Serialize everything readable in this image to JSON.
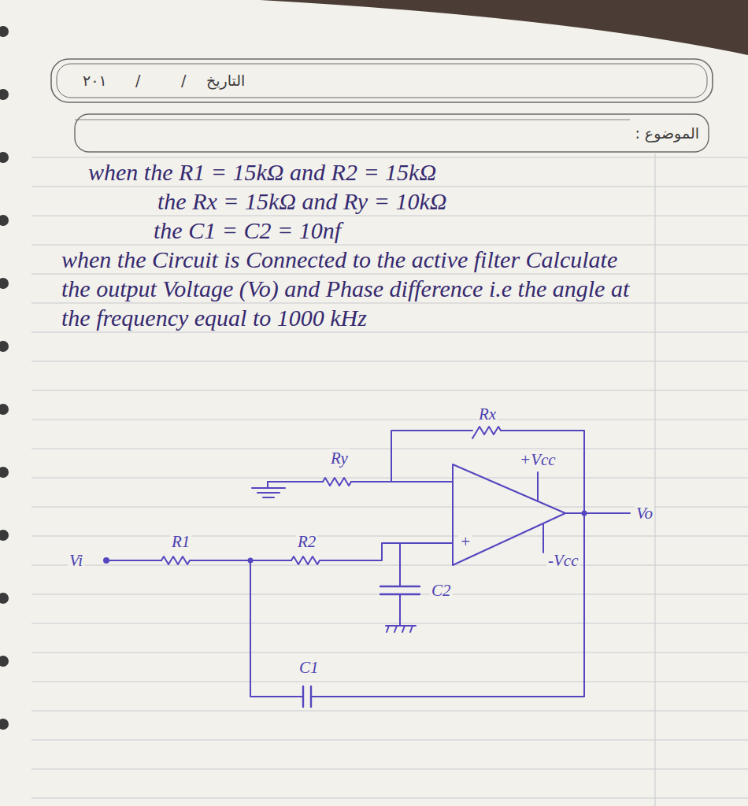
{
  "diagram": {
    "labels": [
      "٢٠١",
      "/",
      "/",
      "التاريخ",
      "الموضوع :",
      "when the R1 = 15kΩ and R2 = 15kΩ",
      "the Rx = 15kΩ and Ry = 10kΩ",
      "the C1 = C2 = 10nf",
      "when the Circuit is Connected to the active filter Calculate the output Voltage (Vo) and Phase difference i.e the angle at the frequency equal to 1000 kHz",
      "Rx",
      "Ry",
      "+Vcc",
      "Vo",
      "Vi",
      "R1",
      "R2",
      "+",
      "-Vcc",
      "C2",
      "C1"
    ]
  }
}
